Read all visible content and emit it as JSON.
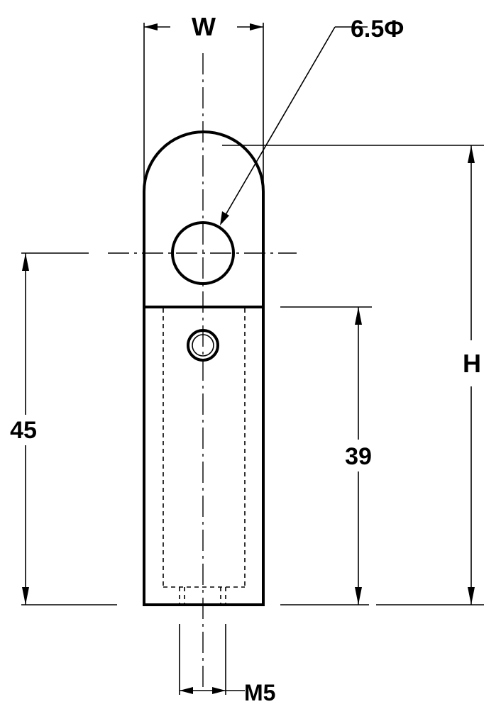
{
  "drawing": {
    "labels": {
      "width": "W",
      "hole_diameter": "6.5Φ",
      "height": "H",
      "dim_45": "45",
      "dim_39": "39",
      "thread": "M5"
    }
  }
}
